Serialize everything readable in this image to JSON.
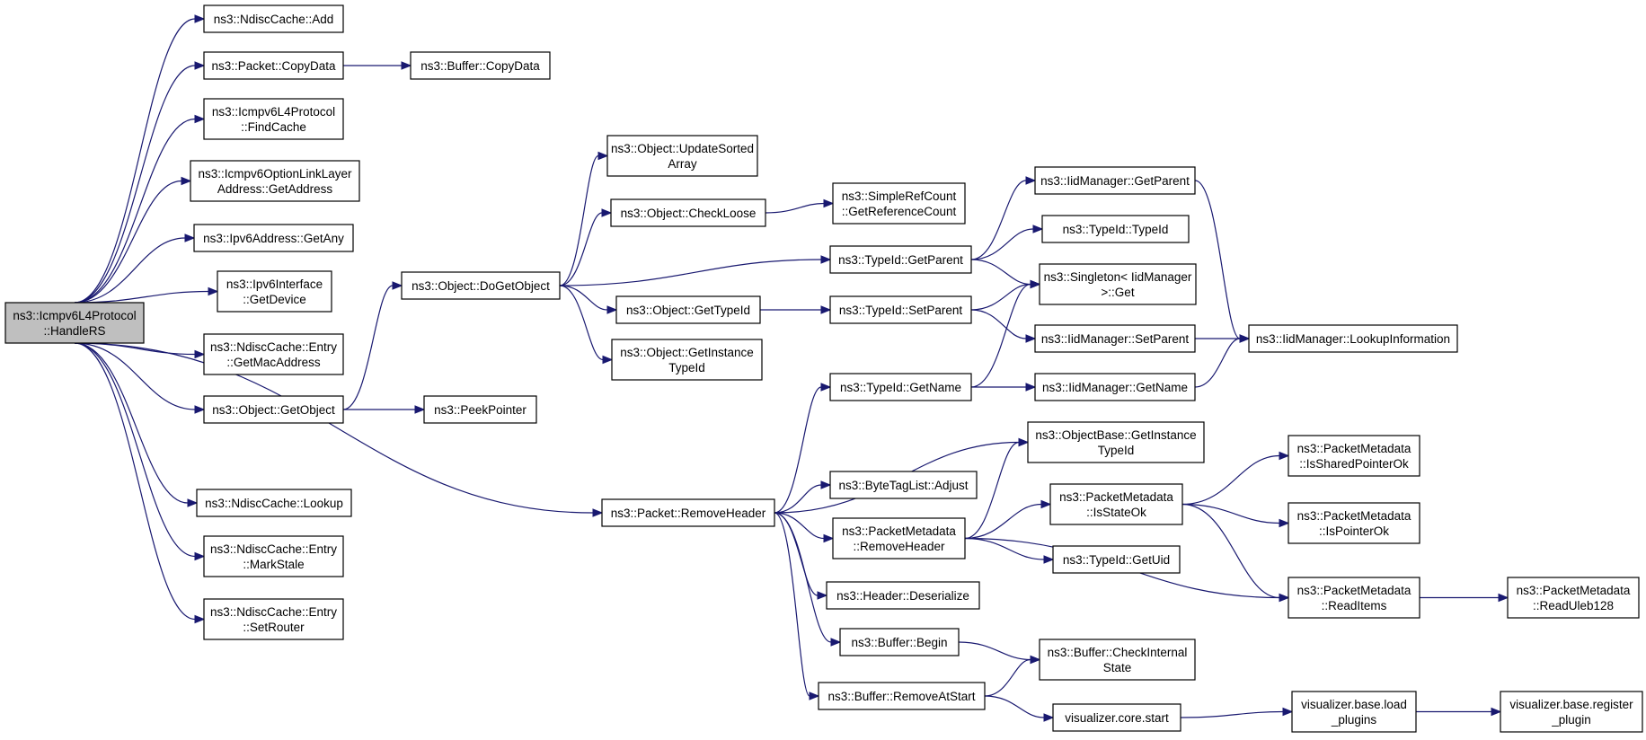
{
  "colors": {
    "edge": "#191970",
    "root_fill": "#bfbfbf",
    "node_fill": "#ffffff",
    "border": "#000000"
  },
  "nodes": [
    {
      "id": "handlers",
      "lines": [
        "ns3::Icmpv6L4Protocol",
        "::HandleRS"
      ],
      "root": true
    },
    {
      "id": "ndisc-add",
      "lines": [
        "ns3::NdiscCache::Add"
      ]
    },
    {
      "id": "packet-copydata",
      "lines": [
        "ns3::Packet::CopyData"
      ]
    },
    {
      "id": "buffer-copydata",
      "lines": [
        "ns3::Buffer::CopyData"
      ]
    },
    {
      "id": "icmpv6-findcache",
      "lines": [
        "ns3::Icmpv6L4Protocol",
        "::FindCache"
      ]
    },
    {
      "id": "linklayer-getaddress",
      "lines": [
        "ns3::Icmpv6OptionLinkLayer",
        "Address::GetAddress"
      ]
    },
    {
      "id": "ipv6address-getany",
      "lines": [
        "ns3::Ipv6Address::GetAny"
      ]
    },
    {
      "id": "ipv6interface-getdevice",
      "lines": [
        "ns3::Ipv6Interface",
        "::GetDevice"
      ]
    },
    {
      "id": "entry-getmacaddress",
      "lines": [
        "ns3::NdiscCache::Entry",
        "::GetMacAddress"
      ]
    },
    {
      "id": "object-getobject",
      "lines": [
        "ns3::Object::GetObject"
      ]
    },
    {
      "id": "peekpointer",
      "lines": [
        "ns3::PeekPointer"
      ]
    },
    {
      "id": "ndisc-lookup",
      "lines": [
        "ns3::NdiscCache::Lookup"
      ]
    },
    {
      "id": "entry-markstale",
      "lines": [
        "ns3::NdiscCache::Entry",
        "::MarkStale"
      ]
    },
    {
      "id": "entry-setrouter",
      "lines": [
        "ns3::NdiscCache::Entry",
        "::SetRouter"
      ]
    },
    {
      "id": "object-dogetobject",
      "lines": [
        "ns3::Object::DoGetObject"
      ]
    },
    {
      "id": "object-updatesortedarray",
      "lines": [
        "ns3::Object::UpdateSorted",
        "Array"
      ]
    },
    {
      "id": "object-checkloose",
      "lines": [
        "ns3::Object::CheckLoose"
      ]
    },
    {
      "id": "simplerefcount-getreferencecount",
      "lines": [
        "ns3::SimpleRefCount",
        "::GetReferenceCount"
      ]
    },
    {
      "id": "object-gettypeid",
      "lines": [
        "ns3::Object::GetTypeId"
      ]
    },
    {
      "id": "object-getinstancetypeid",
      "lines": [
        "ns3::Object::GetInstance",
        "TypeId"
      ]
    },
    {
      "id": "typeid-getparent",
      "lines": [
        "ns3::TypeId::GetParent"
      ]
    },
    {
      "id": "typeid-setparent",
      "lines": [
        "ns3::TypeId::SetParent"
      ]
    },
    {
      "id": "iidmanager-getparent",
      "lines": [
        "ns3::IidManager::GetParent"
      ]
    },
    {
      "id": "typeid-typeid",
      "lines": [
        "ns3::TypeId::TypeId"
      ]
    },
    {
      "id": "singleton-get",
      "lines": [
        "ns3::Singleton< IidManager",
        ">::Get"
      ]
    },
    {
      "id": "iidmanager-setparent",
      "lines": [
        "ns3::IidManager::SetParent"
      ]
    },
    {
      "id": "iidmanager-lookupinformation",
      "lines": [
        "ns3::IidManager::LookupInformation"
      ]
    },
    {
      "id": "typeid-getname",
      "lines": [
        "ns3::TypeId::GetName"
      ]
    },
    {
      "id": "iidmanager-getname",
      "lines": [
        "ns3::IidManager::GetName"
      ]
    },
    {
      "id": "packet-removeheader",
      "lines": [
        "ns3::Packet::RemoveHeader"
      ]
    },
    {
      "id": "objectbase-getinstancetypeid",
      "lines": [
        "ns3::ObjectBase::GetInstance",
        "TypeId"
      ]
    },
    {
      "id": "bytetaglist-adjust",
      "lines": [
        "ns3::ByteTagList::Adjust"
      ]
    },
    {
      "id": "packetmetadata-removeheader",
      "lines": [
        "ns3::PacketMetadata",
        "::RemoveHeader"
      ]
    },
    {
      "id": "packetmetadata-isstateok",
      "lines": [
        "ns3::PacketMetadata",
        "::IsStateOk"
      ]
    },
    {
      "id": "packetmetadata-issharedpointerok",
      "lines": [
        "ns3::PacketMetadata",
        "::IsSharedPointerOk"
      ]
    },
    {
      "id": "packetmetadata-ispointerok",
      "lines": [
        "ns3::PacketMetadata",
        "::IsPointerOk"
      ]
    },
    {
      "id": "typeid-getuid",
      "lines": [
        "ns3::TypeId::GetUid"
      ]
    },
    {
      "id": "packetmetadata-readitems",
      "lines": [
        "ns3::PacketMetadata",
        "::ReadItems"
      ]
    },
    {
      "id": "packetmetadata-readuleb128",
      "lines": [
        "ns3::PacketMetadata",
        "::ReadUleb128"
      ]
    },
    {
      "id": "header-deserialize",
      "lines": [
        "ns3::Header::Deserialize"
      ]
    },
    {
      "id": "buffer-begin",
      "lines": [
        "ns3::Buffer::Begin"
      ]
    },
    {
      "id": "buffer-checkinternalstate",
      "lines": [
        "ns3::Buffer::CheckInternal",
        "State"
      ]
    },
    {
      "id": "buffer-removeatstart",
      "lines": [
        "ns3::Buffer::RemoveAtStart"
      ]
    },
    {
      "id": "visualizer-core-start",
      "lines": [
        "visualizer.core.start"
      ]
    },
    {
      "id": "visualizer-base-load-plugins",
      "lines": [
        "visualizer.base.load",
        "_plugins"
      ]
    },
    {
      "id": "visualizer-base-register-plugin",
      "lines": [
        "visualizer.base.register",
        "_plugin"
      ]
    }
  ],
  "edges": [
    {
      "from": "handlers",
      "to": "ndisc-add"
    },
    {
      "from": "handlers",
      "to": "packet-copydata"
    },
    {
      "from": "handlers",
      "to": "icmpv6-findcache"
    },
    {
      "from": "handlers",
      "to": "linklayer-getaddress"
    },
    {
      "from": "handlers",
      "to": "ipv6address-getany"
    },
    {
      "from": "handlers",
      "to": "ipv6interface-getdevice"
    },
    {
      "from": "handlers",
      "to": "entry-getmacaddress"
    },
    {
      "from": "handlers",
      "to": "object-getobject"
    },
    {
      "from": "handlers",
      "to": "packet-removeheader"
    },
    {
      "from": "handlers",
      "to": "ndisc-lookup"
    },
    {
      "from": "handlers",
      "to": "entry-markstale"
    },
    {
      "from": "handlers",
      "to": "entry-setrouter"
    },
    {
      "from": "packet-copydata",
      "to": "buffer-copydata"
    },
    {
      "from": "object-getobject",
      "to": "object-dogetobject"
    },
    {
      "from": "object-getobject",
      "to": "peekpointer"
    },
    {
      "from": "object-dogetobject",
      "to": "object-updatesortedarray"
    },
    {
      "from": "object-dogetobject",
      "to": "object-checkloose"
    },
    {
      "from": "object-dogetobject",
      "to": "typeid-getparent"
    },
    {
      "from": "object-dogetobject",
      "to": "object-gettypeid"
    },
    {
      "from": "object-dogetobject",
      "to": "object-getinstancetypeid"
    },
    {
      "from": "object-checkloose",
      "to": "simplerefcount-getreferencecount"
    },
    {
      "from": "object-gettypeid",
      "to": "typeid-setparent"
    },
    {
      "from": "typeid-getparent",
      "to": "iidmanager-getparent"
    },
    {
      "from": "typeid-getparent",
      "to": "typeid-typeid"
    },
    {
      "from": "typeid-getparent",
      "to": "singleton-get"
    },
    {
      "from": "typeid-setparent",
      "to": "singleton-get"
    },
    {
      "from": "typeid-setparent",
      "to": "iidmanager-setparent"
    },
    {
      "from": "iidmanager-getparent",
      "to": "iidmanager-lookupinformation"
    },
    {
      "from": "iidmanager-setparent",
      "to": "iidmanager-lookupinformation"
    },
    {
      "from": "iidmanager-getname",
      "to": "iidmanager-lookupinformation"
    },
    {
      "from": "typeid-getname",
      "to": "singleton-get"
    },
    {
      "from": "typeid-getname",
      "to": "iidmanager-getname"
    },
    {
      "from": "packet-removeheader",
      "to": "typeid-getname"
    },
    {
      "from": "packet-removeheader",
      "to": "objectbase-getinstancetypeid"
    },
    {
      "from": "packet-removeheader",
      "to": "bytetaglist-adjust"
    },
    {
      "from": "packet-removeheader",
      "to": "packetmetadata-removeheader"
    },
    {
      "from": "packet-removeheader",
      "to": "header-deserialize"
    },
    {
      "from": "packet-removeheader",
      "to": "buffer-begin"
    },
    {
      "from": "packet-removeheader",
      "to": "buffer-removeatstart"
    },
    {
      "from": "packetmetadata-removeheader",
      "to": "objectbase-getinstancetypeid"
    },
    {
      "from": "packetmetadata-removeheader",
      "to": "packetmetadata-isstateok"
    },
    {
      "from": "packetmetadata-removeheader",
      "to": "typeid-getuid"
    },
    {
      "from": "packetmetadata-removeheader",
      "to": "packetmetadata-readitems"
    },
    {
      "from": "packetmetadata-isstateok",
      "to": "packetmetadata-issharedpointerok"
    },
    {
      "from": "packetmetadata-isstateok",
      "to": "packetmetadata-ispointerok"
    },
    {
      "from": "packetmetadata-isstateok",
      "to": "packetmetadata-readitems"
    },
    {
      "from": "packetmetadata-readitems",
      "to": "packetmetadata-readuleb128"
    },
    {
      "from": "buffer-begin",
      "to": "buffer-checkinternalstate"
    },
    {
      "from": "buffer-removeatstart",
      "to": "buffer-checkinternalstate"
    },
    {
      "from": "buffer-removeatstart",
      "to": "visualizer-core-start"
    },
    {
      "from": "visualizer-core-start",
      "to": "visualizer-base-load-plugins"
    },
    {
      "from": "visualizer-base-load-plugins",
      "to": "visualizer-base-register-plugin"
    }
  ]
}
